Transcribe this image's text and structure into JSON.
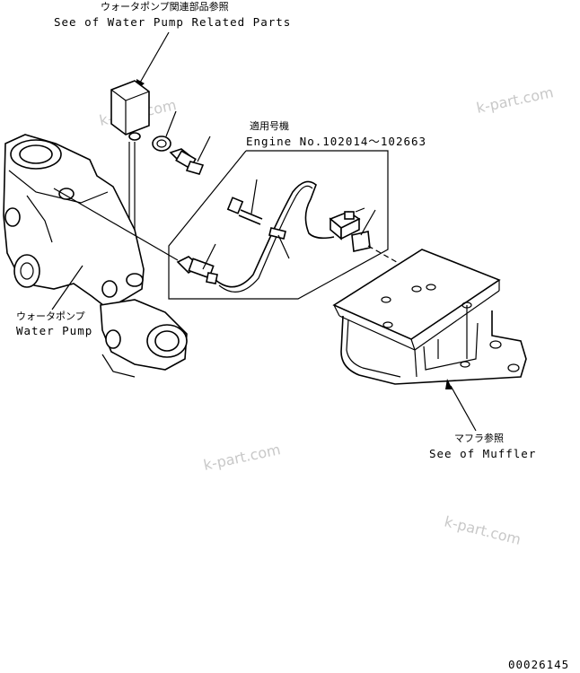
{
  "labels": {
    "water_pump_related_jp": "ウォータポンプ関連部品参照",
    "water_pump_related_en": "See of Water Pump Related Parts",
    "applicable_serial_jp": "適用号機",
    "applicable_serial_en": "Engine No.102014～102663",
    "water_pump_jp": "ウォータポンプ",
    "water_pump_en": "Water Pump",
    "muffler_jp": "マフラ参照",
    "muffler_en": "See of Muffler",
    "drawing_number": "00026145"
  },
  "watermarks": [
    "k-part.com",
    "k-part.com",
    "k-part.com",
    "k-part.com"
  ]
}
